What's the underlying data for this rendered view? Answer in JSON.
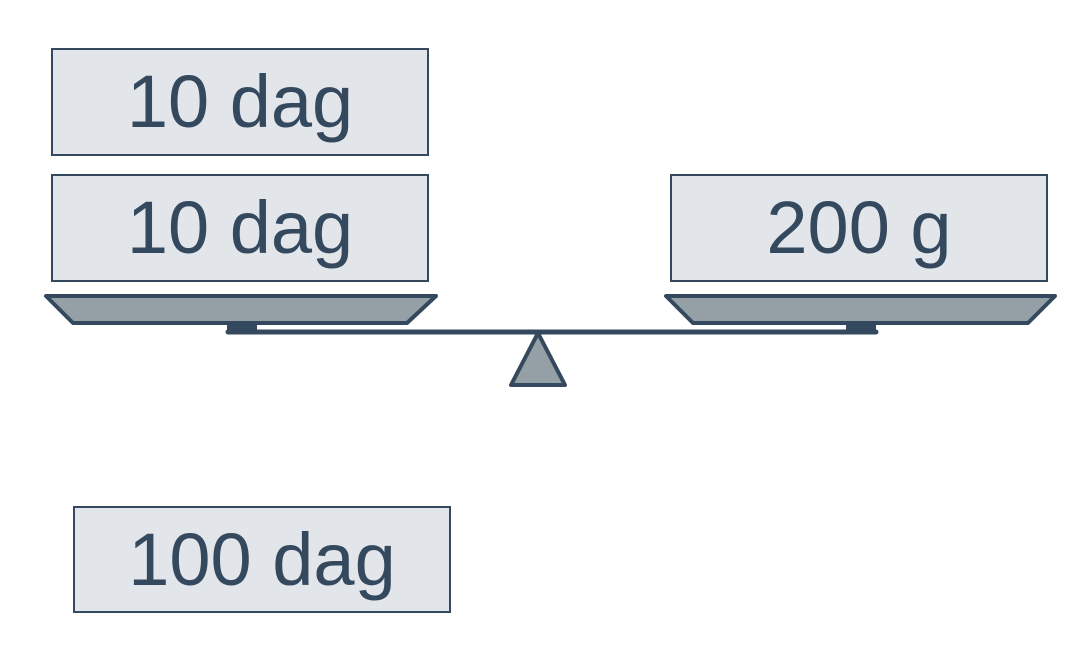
{
  "colors": {
    "stroke": "#34495e",
    "box_fill": "#e2e5ea",
    "pan_fill": "#95a0a6",
    "text": "#34495e"
  },
  "scale": {
    "left_pan": {
      "weights": [
        {
          "label": "10 dag"
        },
        {
          "label": "10 dag"
        }
      ]
    },
    "right_pan": {
      "weights": [
        {
          "label": "200 g"
        }
      ]
    }
  },
  "spare_weight": {
    "label": "100 dag"
  }
}
